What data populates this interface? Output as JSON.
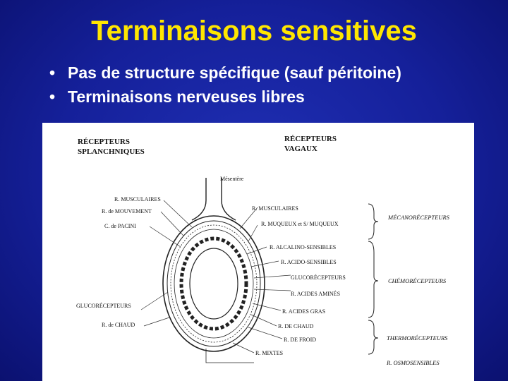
{
  "slide": {
    "title": "Terminaisons sensitives",
    "bullets": [
      "Pas de structure spécifique (sauf péritoine)",
      "Terminaisons nerveuses libres"
    ]
  },
  "diagram": {
    "header_left": [
      "RÉCEPTEURS",
      "SPLANCHNIQUES"
    ],
    "header_right": [
      "RÉCEPTEURS",
      "VAGAUX"
    ],
    "mesentere": "Mésentère",
    "left_labels": [
      "R. MUSCULAIRES",
      "R. de MOUVEMENT",
      "C. de PACINI",
      "GLUCORÉCEPTEURS",
      "R. de CHAUD"
    ],
    "right_labels": [
      "R. MUSCULAIRES",
      "R. MUQUEUX et S/ MUQUEUX",
      "R. ALCALINO-SENSIBLES",
      "R. ACIDO-SENSIBLES",
      "GLUCORÉCEPTEURS",
      "R. ACIDES AMINÉS",
      "R. ACIDES GRAS",
      "R. DE CHAUD",
      "R. DE FROID",
      "R. MIXTES"
    ],
    "categories": [
      "MÉCANORÉCEPTEURS",
      "CHÉMORÉCEPTEURS",
      "THERMORÉCEPTEURS",
      "R. OSMOSENSIBLES"
    ]
  }
}
